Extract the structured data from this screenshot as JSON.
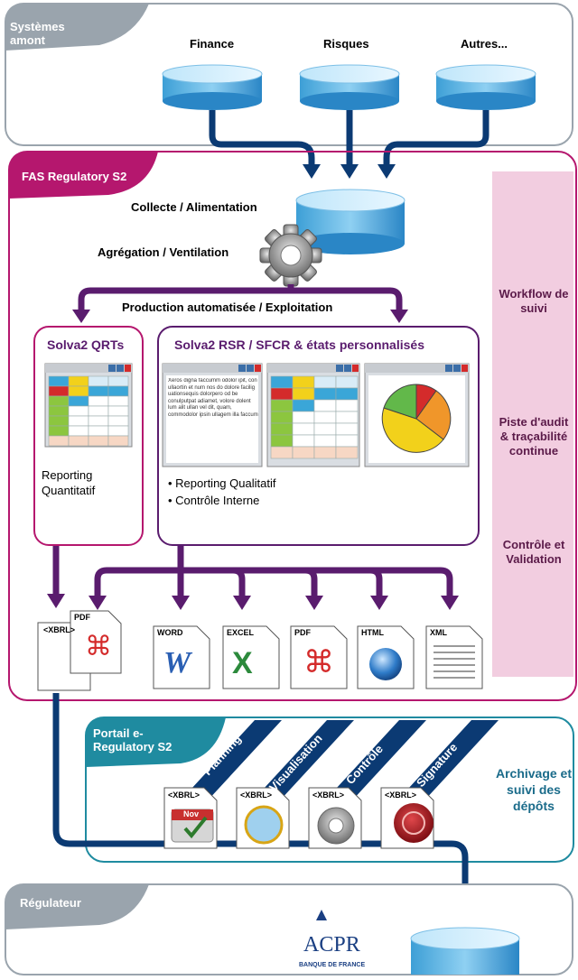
{
  "header": {
    "systemes_amont": "Systèmes amont",
    "sources": [
      "Finance",
      "Risques",
      "Autres..."
    ]
  },
  "fas": {
    "title": "FAS Regulatory S2",
    "collecte": "Collecte / Alimentation",
    "agregation": "Agrégation / Ventilation",
    "production": "Production automatisée / Exploitation"
  },
  "qrt": {
    "title": "Solva2 QRTs",
    "reporting": "Reporting\nQuantitatif"
  },
  "rsr": {
    "title": "Solva2 RSR / SFCR & états personnalisés",
    "doc_text": "Xeros digna faccumm odolor ipit, con ullaortin et num nos do dolore facilig uationsequis dolorpero od be conulputpat adiamet, volore dolent lum alit ullan vel dit, quam, commodolor ipsin ullagem illa faccum",
    "bullets": [
      "• Reporting Qualitatif",
      "• Contrôle Interne"
    ]
  },
  "formats": [
    "PDF",
    "WORD",
    "EXCEL",
    "PDF",
    "HTML",
    "XML"
  ],
  "xbrl": "<XBRL>",
  "sidebar": {
    "workflow": "Workflow de suivi",
    "piste": "Piste d'audit & traçabilité continue",
    "controle": "Contrôle et Validation",
    "archivage": "Archivage et suivi des dépôts"
  },
  "portail": {
    "title": "Portail e-Regulatory S2",
    "steps": [
      "Planning",
      "Visualisation",
      "Contrôle",
      "Signature"
    ],
    "calendar_month": "Nov"
  },
  "regulateur": {
    "title": "Régulateur",
    "acpr": "ACPR",
    "banque": "BANQUE DE FRANCE"
  },
  "colors": {
    "purple": "#5a1c6e",
    "magenta": "#b5176e",
    "navy": "#0b3a73",
    "teal": "#1f8ba0",
    "pink": "#f2cde0",
    "gray_tag": "#9aa4ad"
  }
}
